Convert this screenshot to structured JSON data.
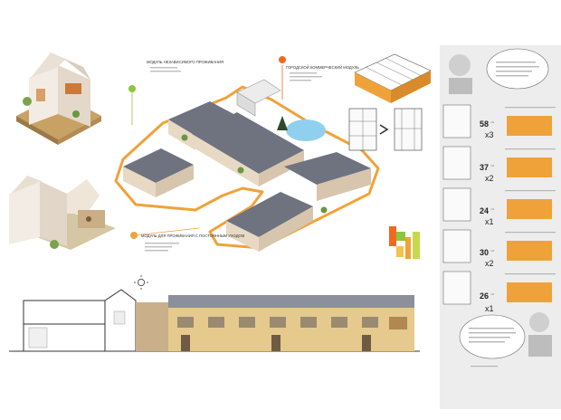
{
  "colors": {
    "accent_orange": "#f0a23a",
    "accent_green": "#8cc63f",
    "marker_orange": "#f06a1e",
    "roof": "#6f7380",
    "wall": "#e8d9c4",
    "panel": "#ededed",
    "pond": "#8fd0ee"
  },
  "labels": {
    "module_independent": "МОДУЛЬ НЕЗАВИСИМОГО ПРОЖИВАНИЯ",
    "module_commercial": "ГОРОДСКОЙ КОММЕРЧЕСКИЙ МОДУЛЬ",
    "module_supported": "МОДУЛЬ ДЛЯ ПРОЖИВАНИЯ С ПОСТОЯННЫМ УХОДОМ"
  },
  "units": [
    {
      "area": "58",
      "unit": "m2",
      "mult": "x3"
    },
    {
      "area": "37",
      "unit": "m2",
      "mult": "x2"
    },
    {
      "area": "24",
      "unit": "m2",
      "mult": "x1"
    },
    {
      "area": "30",
      "unit": "m2",
      "mult": "x2"
    },
    {
      "area": "26",
      "unit": "m2",
      "mult": "x1"
    }
  ]
}
